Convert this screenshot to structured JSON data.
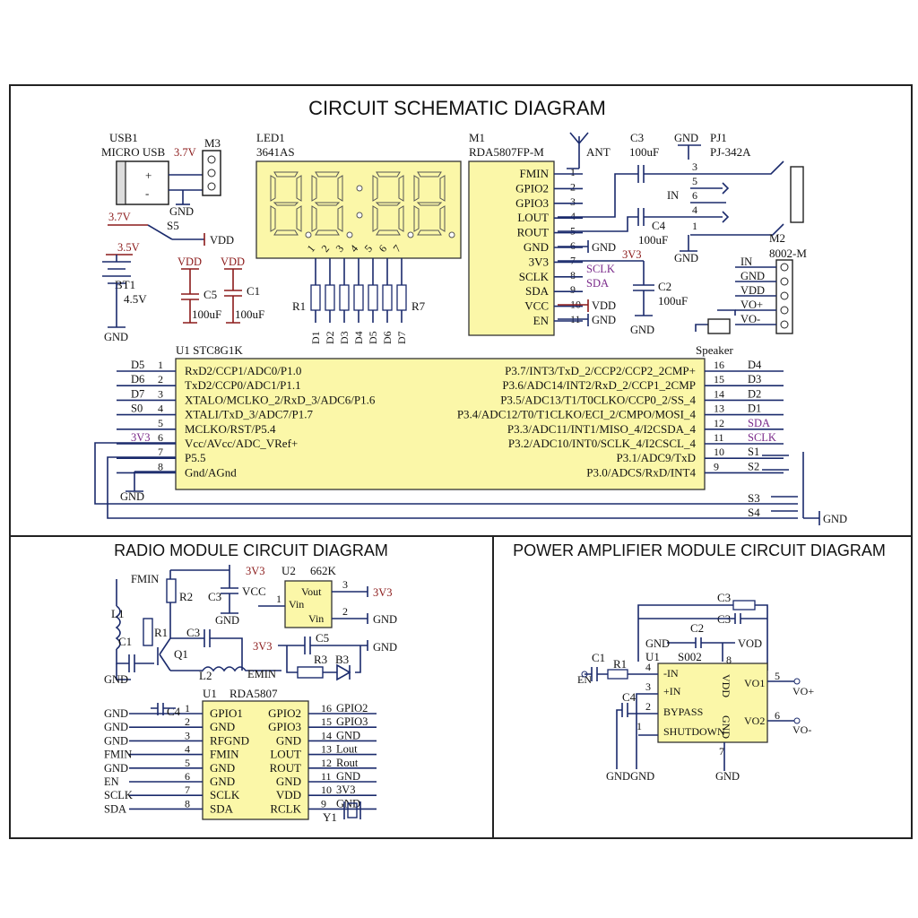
{
  "titles": {
    "main": "CIRCUIT SCHEMATIC DIAGRAM",
    "radio": "RADIO MODULE CIRCUIT DIAGRAM",
    "amp": "POWER AMPLIFIER MODULE CIRCUIT DIAGRAM"
  },
  "usb": {
    "ref": "USB1",
    "name": "MICRO USB",
    "v": "3.7V",
    "plus": "+",
    "minus": "-",
    "gnd": "GND"
  },
  "m3": {
    "ref": "M3"
  },
  "s5": {
    "v": "3.7V",
    "ref": "S5",
    "vdd": "VDD"
  },
  "bt1": {
    "v": "3.5V",
    "ref": "BT1",
    "val": "4.5V",
    "gnd": "GND"
  },
  "c5": {
    "vdd": "VDD",
    "ref": "C5",
    "val": "100uF"
  },
  "c1": {
    "vdd": "VDD",
    "ref": "C1",
    "val": "100uF"
  },
  "led1": {
    "ref": "LED1",
    "part": "3641AS",
    "pins": [
      "1",
      "2",
      "3",
      "4",
      "5",
      "6",
      "7"
    ]
  },
  "resistors": {
    "r1": "R1",
    "r7": "R7",
    "nets": [
      "D1",
      "D2",
      "D3",
      "D4",
      "D5",
      "D6",
      "D7"
    ]
  },
  "m1": {
    "ref": "M1",
    "part": "RDA5807FP-M",
    "ant": "ANT",
    "pins": [
      {
        "n": "1",
        "name": "FMIN"
      },
      {
        "n": "2",
        "name": "GPIO2"
      },
      {
        "n": "3",
        "name": "GPIO3"
      },
      {
        "n": "4",
        "name": "LOUT"
      },
      {
        "n": "5",
        "name": "ROUT"
      },
      {
        "n": "6",
        "name": "GND"
      },
      {
        "n": "7",
        "name": "3V3"
      },
      {
        "n": "8",
        "name": "SCLK"
      },
      {
        "n": "9",
        "name": "SDA"
      },
      {
        "n": "10",
        "name": "VCC"
      },
      {
        "n": "11",
        "name": "EN"
      }
    ],
    "nets": {
      "gnd6": "GND",
      "v3": "3V3",
      "sclk": "SCLK",
      "sda": "SDA",
      "vdd": "VDD",
      "gnd11": "GND"
    }
  },
  "c3top": {
    "ref": "C3",
    "val": "100uF"
  },
  "c4top": {
    "ref": "C4",
    "val": "100uF"
  },
  "c2top": {
    "ref": "C2",
    "val": "100uF",
    "gnd": "GND"
  },
  "pj1": {
    "ref": "PJ1",
    "part": "PJ-342A",
    "gnd": "GND",
    "in": "IN",
    "pins": [
      "3",
      "5",
      "6",
      "4",
      "1"
    ],
    "gnd_b": "GND"
  },
  "m2": {
    "ref": "M2",
    "part": "8002-M",
    "pins": [
      "IN",
      "GND",
      "VDD",
      "VO+",
      "VO-"
    ],
    "speaker": "Speaker"
  },
  "u1": {
    "ref": "U1",
    "part": "STC8G1K",
    "left": [
      {
        "net": "D5",
        "n": "1",
        "name": "RxD2/CCP1/ADC0/P1.0"
      },
      {
        "net": "D6",
        "n": "2",
        "name": "TxD2/CCP0/ADC1/P1.1"
      },
      {
        "net": "D7",
        "n": "3",
        "name": "XTALO/MCLKO_2/RxD_3/ADC6/P1.6"
      },
      {
        "net": "S0",
        "n": "4",
        "name": "XTALI/TxD_3/ADC7/P1.7"
      },
      {
        "net": "",
        "n": "5",
        "name": "MCLKO/RST/P5.4"
      },
      {
        "net": "3V3",
        "n": "6",
        "name": "Vcc/AVcc/ADC_VRef+"
      },
      {
        "net": "",
        "n": "7",
        "name": "P5.5"
      },
      {
        "net": "",
        "n": "8",
        "name": "Gnd/AGnd"
      }
    ],
    "right": [
      {
        "n": "16",
        "net": "D4",
        "name": "P3.7/INT3/TxD_2/CCP2/CCP2_2CMP+"
      },
      {
        "n": "15",
        "net": "D3",
        "name": "P3.6/ADC14/INT2/RxD_2/CCP1_2CMP"
      },
      {
        "n": "14",
        "net": "D2",
        "name": "P3.5/ADC13/T1/T0CLKO/CCP0_2/SS_4"
      },
      {
        "n": "13",
        "net": "D1",
        "name": "P3.4/ADC12/T0/T1CLKO/ECI_2/CMPO/MOSI_4"
      },
      {
        "n": "12",
        "net": "SDA",
        "name": "P3.3/ADC11/INT1/MISO_4/I2CSDA_4"
      },
      {
        "n": "11",
        "net": "SCLK",
        "name": "P3.2/ADC10/INT0/SCLK_4/I2CSCL_4"
      },
      {
        "n": "10",
        "net": "S1",
        "name": "P3.1/ADC9/TxD"
      },
      {
        "n": "9",
        "net": "S2",
        "name": "P3.0/ADCS/RxD/INT4"
      }
    ],
    "gnd": "GND",
    "s3": "S3",
    "s4": "S4",
    "gnd_r": "GND"
  },
  "radio": {
    "fmin": "FMIN",
    "l1": "L1",
    "c1": "C1",
    "r1": "R1",
    "r2": "R2",
    "q1": "Q1",
    "c3": "C3",
    "l2": "L2",
    "emin": "EMIN",
    "gnd": "GND",
    "v3": "3V3",
    "c3b": "C3",
    "vcc": "VCC",
    "gnd2": "GND",
    "u2": {
      "ref": "U2",
      "part": "662K",
      "vout": "Vout",
      "vin": "Vin",
      "vin2": "Vin",
      "p1": "1",
      "p2": "2",
      "p3": "3",
      "v3": "3V3",
      "gnd": "GND"
    },
    "c5": "C5",
    "r3": "R3",
    "b3": "B3",
    "v3b": "3V3",
    "gnd3": "GND",
    "u1": {
      "ref": "U1",
      "part": "RDA5807",
      "left": [
        {
          "net": "GND",
          "n": "1",
          "name": "GPIO1"
        },
        {
          "net": "GND",
          "n": "2",
          "name": "GND"
        },
        {
          "net": "GND",
          "n": "3",
          "name": "RFGND"
        },
        {
          "net": "FMIN",
          "n": "4",
          "name": "FMIN"
        },
        {
          "net": "GND",
          "n": "5",
          "name": "GND"
        },
        {
          "net": "EN",
          "n": "6",
          "name": "GND"
        },
        {
          "net": "SCLK",
          "n": "7",
          "name": "SCLK"
        },
        {
          "net": "SDA",
          "n": "8",
          "name": "SDA"
        }
      ],
      "right": [
        {
          "n": "16",
          "net": "GPIO2",
          "name": "GPIO2"
        },
        {
          "n": "15",
          "net": "GPIO3",
          "name": "GPIO3"
        },
        {
          "n": "14",
          "net": "GND",
          "name": "GND"
        },
        {
          "n": "13",
          "net": "Lout",
          "name": "LOUT"
        },
        {
          "n": "12",
          "net": "Rout",
          "name": "ROUT"
        },
        {
          "n": "11",
          "net": "GND",
          "name": "GND"
        },
        {
          "n": "10",
          "net": "3V3",
          "name": "VDD"
        },
        {
          "n": "9",
          "net": "GND",
          "name": "RCLK"
        }
      ],
      "c4": "C4",
      "y1": "Y1"
    }
  },
  "amp": {
    "c3a": "C3",
    "c3b": "C3",
    "c2": "C2",
    "gnd": "GND",
    "vdd": "VOD",
    "u1": "U1",
    "part": "S002",
    "c1": "C1",
    "r1": "R1",
    "en": "EN",
    "c4": "C4",
    "pins": {
      "in_minus": "-IN",
      "in_plus": "+IN",
      "bypass": "BYPASS",
      "shutdown": "SHUTDOWN",
      "vo1": "VO1",
      "vo2": "VO2",
      "vdd": "VDD",
      "gnd": "GND"
    },
    "pinnums": {
      "p4": "4",
      "p3": "3",
      "p2": "2",
      "p1": "1",
      "p5": "5",
      "p6": "6",
      "p8": "8",
      "p7": "7"
    },
    "voplus": "VO+",
    "vominus": "VO-",
    "gndgnd": "GNDGND",
    "gnd7": "GND"
  }
}
